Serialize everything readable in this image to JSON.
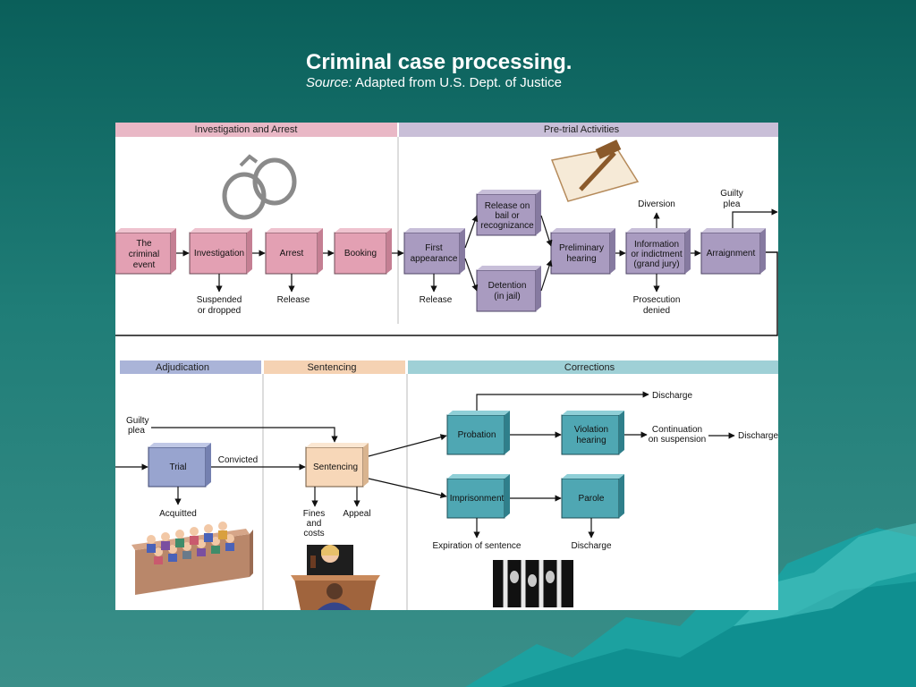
{
  "slide": {
    "title": "Criminal case processing.",
    "subtitle_prefix": "Source:",
    "subtitle_text": "Adapted from U.S. Dept. of Justice"
  },
  "sections": {
    "investigation_arrest": "Investigation and Arrest",
    "pretrial": "Pre-trial Activities",
    "adjudication": "Adjudication",
    "sentencing": "Sentencing",
    "corrections": "Corrections"
  },
  "nodes": {
    "criminal_event": [
      "The",
      "criminal",
      "event"
    ],
    "investigation": [
      "Investigation"
    ],
    "arrest": [
      "Arrest"
    ],
    "booking": [
      "Booking"
    ],
    "first_appearance": [
      "First",
      "appearance"
    ],
    "release_bail": [
      "Release on",
      "bail or",
      "recognizance"
    ],
    "detention": [
      "Detention",
      "(in jail)"
    ],
    "preliminary_hearing": [
      "Preliminary",
      "hearing"
    ],
    "information_indictment": [
      "Information",
      "or indictment",
      "(grand jury)"
    ],
    "arraignment": [
      "Arraignment"
    ],
    "trial": [
      "Trial"
    ],
    "sentencing": [
      "Sentencing"
    ],
    "probation": [
      "Probation"
    ],
    "violation_hearing": [
      "Violation",
      "hearing"
    ],
    "imprisonment": [
      "Imprisonment"
    ],
    "parole": [
      "Parole"
    ]
  },
  "labels": {
    "suspended": [
      "Suspended",
      "or dropped"
    ],
    "release_arrest": [
      "Release"
    ],
    "release_first": [
      "Release"
    ],
    "diversion": [
      "Diversion"
    ],
    "guilty_plea_top": [
      "Guilty",
      "plea"
    ],
    "prosecution_denied": [
      "Prosecution",
      "denied"
    ],
    "guilty_plea_bottom": [
      "Guilty",
      "plea"
    ],
    "convicted": [
      "Convicted"
    ],
    "acquitted": [
      "Acquitted"
    ],
    "fines": [
      "Fines",
      "and",
      "costs"
    ],
    "appeal": [
      "Appeal"
    ],
    "discharge_top": [
      "Discharge"
    ],
    "continuation": [
      "Continuation",
      "on suspension"
    ],
    "discharge_right": [
      "Discharge"
    ],
    "expiration": [
      "Expiration of sentence"
    ],
    "discharge_parole": [
      "Discharge"
    ]
  },
  "colors": {
    "pink_header": "#e9b8c6",
    "lavender_header": "#c9bfd8",
    "blue_header": "#aab4d8",
    "peach_header": "#f5d2b3",
    "teal_header": "#9fd0d6",
    "pink_box": "#e3a0b3",
    "purple_box": "#a99bc0",
    "blue_box": "#98a4cf",
    "peach_box": "#f7d7b8",
    "teal_box": "#4fa7b3"
  },
  "icons": {
    "handcuffs": "handcuffs-icon",
    "gavel": "gavel-book-icon",
    "jury": "jury-illustration",
    "judge": "judge-illustration",
    "bars": "prison-bars-icon"
  }
}
